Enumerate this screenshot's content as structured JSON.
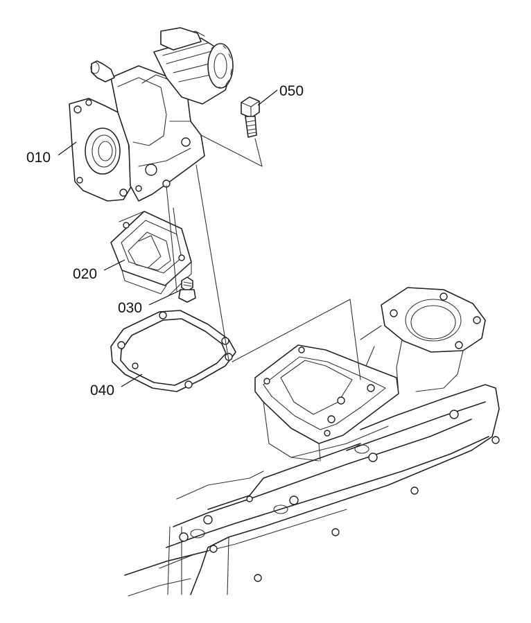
{
  "diagram": {
    "callouts": [
      {
        "id": "010",
        "label": "010"
      },
      {
        "id": "020",
        "label": "020"
      },
      {
        "id": "030",
        "label": "030"
      },
      {
        "id": "040",
        "label": "040"
      },
      {
        "id": "050",
        "label": "050"
      }
    ],
    "colors": {
      "line": "#222222",
      "background": "#ffffff"
    }
  }
}
